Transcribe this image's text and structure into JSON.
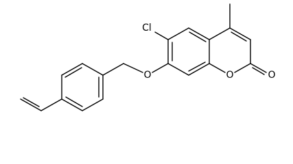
{
  "atoms": {
    "cl": "Cl",
    "ether_o": "O",
    "ring_o": "O",
    "carbonyl_o": "O"
  },
  "colors": {
    "bond": "#000000",
    "label": "#000000",
    "background": "#ffffff"
  }
}
